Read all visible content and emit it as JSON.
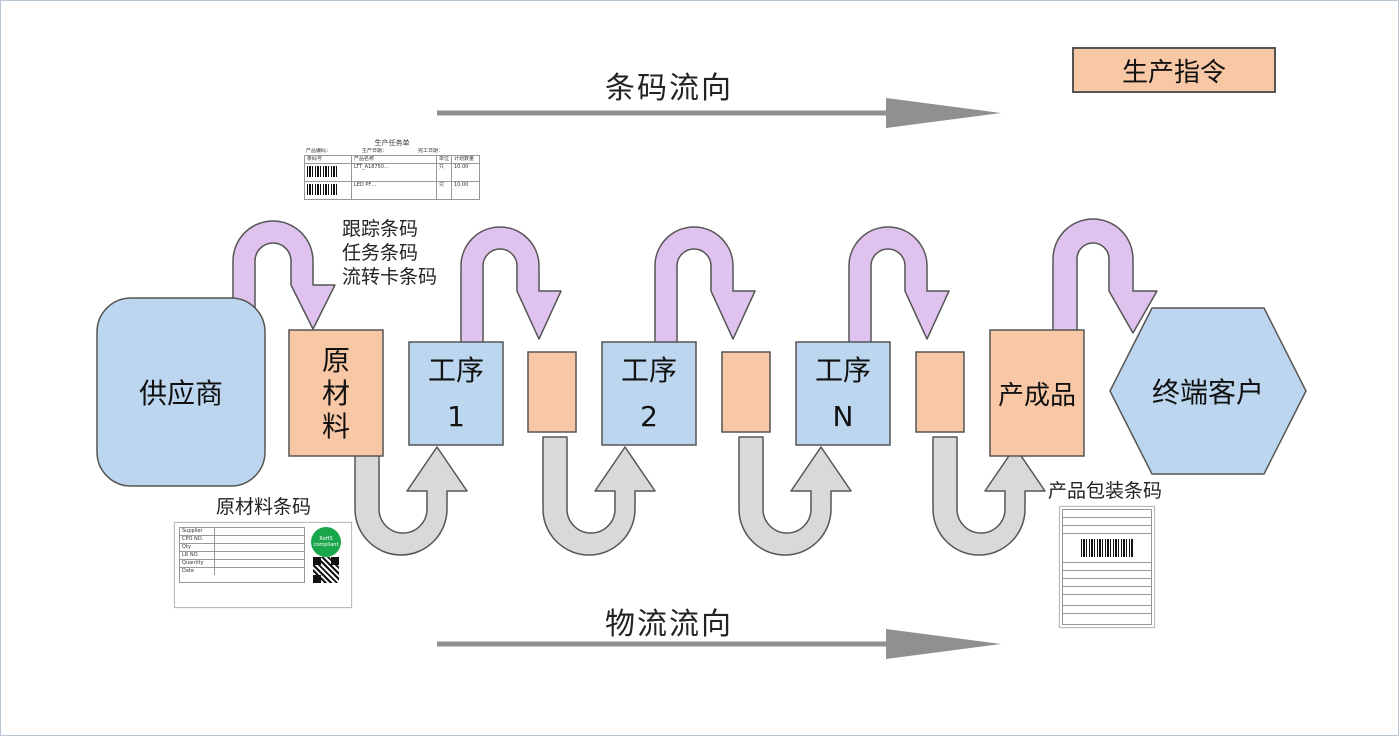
{
  "headings": {
    "barcode_flow": "条码流向",
    "logistics_flow": "物流流向"
  },
  "legend": {
    "label": "生产指令",
    "color": "#f8c7a5"
  },
  "nodes": {
    "supplier": "供应商",
    "raw_material": "原\n材\n料",
    "process_1": "工序\n1",
    "process_2": "工序\n2",
    "process_n": "工序\nN",
    "finished_product": "产成品",
    "end_customer": "终端客户"
  },
  "annotations": {
    "tracking_barcodes": "跟踪条码\n任务条码\n流转卡条码",
    "raw_material_barcode": "原材料条码",
    "product_package_barcode": "产品包装条码"
  },
  "task_sheet": {
    "title": "生产任务单",
    "header": [
      "产品编码：",
      "生产日期：",
      "完工日期："
    ],
    "columns": [
      "条码号",
      "产品名称",
      "单位",
      "计划数量"
    ],
    "rows": [
      [
        "",
        "LTT_A18750…",
        "只",
        "10.00"
      ],
      [
        "",
        "LED PF…",
        "只",
        "10.00"
      ]
    ]
  },
  "material_label": {
    "rows": [
      [
        "Supplier",
        ""
      ],
      [
        "CPO NO.",
        ""
      ],
      [
        "Qty",
        ""
      ],
      [
        "LR NO.",
        ""
      ],
      [
        "Quantity",
        ""
      ],
      [
        "Date",
        ""
      ]
    ],
    "badge_line1": "RoHS",
    "badge_line2": "compliant",
    "footer": ""
  },
  "colors": {
    "blue_fill": "#bcd6ef",
    "orange_fill": "#f8c7a5",
    "purple_arrow": "#dfc3ee",
    "gray_arrow": "#d9d9d9",
    "flow_arrow": "#909090",
    "rohs_green": "#1aa64a"
  }
}
